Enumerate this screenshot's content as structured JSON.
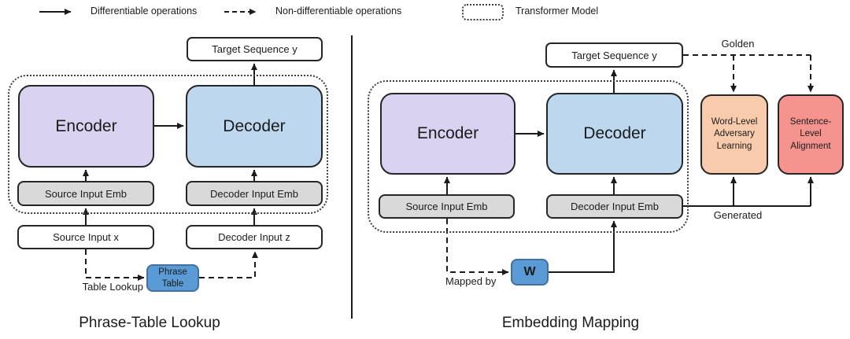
{
  "legend": {
    "differentiable": "Differentiable operations",
    "non_differentiable": "Non-differentiable operations",
    "transformer": "Transformer Model"
  },
  "left": {
    "caption": "Phrase-Table Lookup",
    "target_sequence": "Target Sequence y",
    "encoder": "Encoder",
    "decoder": "Decoder",
    "source_input_emb": "Source Input Emb",
    "decoder_input_emb": "Decoder Input Emb",
    "source_input_x": "Source Input x",
    "decoder_input_z": "Decoder Input z",
    "phrase_table": "Phrase Table",
    "table_lookup": "Table Lookup"
  },
  "right": {
    "caption": "Embedding Mapping",
    "target_sequence": "Target Sequence y",
    "encoder": "Encoder",
    "decoder": "Decoder",
    "source_input_emb": "Source Input Emb",
    "decoder_input_emb": "Decoder Input Emb",
    "w_matrix": "W",
    "mapped_by": "Mapped by",
    "golden": "Golden",
    "generated": "Generated",
    "word_level_adversary": "Word-Level Adversary Learning",
    "sentence_level_alignment": "Sentence-Level Alignment"
  },
  "colors": {
    "encoder_fill": "#D9D2F0",
    "decoder_fill": "#BDD7EE",
    "embedding_fill": "#D9D9D9",
    "accent_blue_fill": "#5B9BD5",
    "accent_blue_border": "#41719C",
    "word_level_fill": "#F8CBAD",
    "sentence_level_fill": "#F5938E",
    "line_color": "#1b1b1b"
  }
}
